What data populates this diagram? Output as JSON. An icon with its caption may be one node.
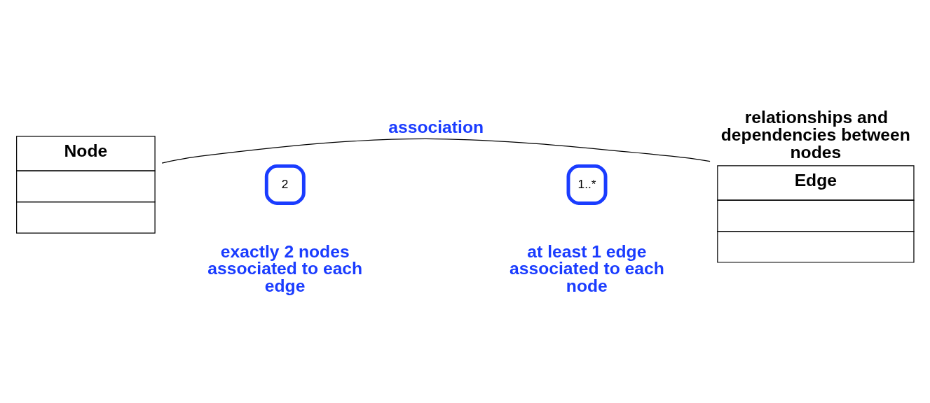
{
  "diagram": {
    "nodes": [
      {
        "text": [
          "Node"
        ]
      },
      {
        "text": [
          "Edge"
        ],
        "beside": [
          "relationships and dependencies between nodes"
        ]
      },
      {
        "text": [
          "2"
        ]
      },
      {
        "text": [
          "1..*"
        ]
      }
    ],
    "edges": [
      {
        "from": 0,
        "to": 1,
        "arrow": "none",
        "label": "association"
      }
    ],
    "labels": [
      "exactly 2 nodes associated to each edge",
      "at least 1 edge associated to each node"
    ]
  }
}
